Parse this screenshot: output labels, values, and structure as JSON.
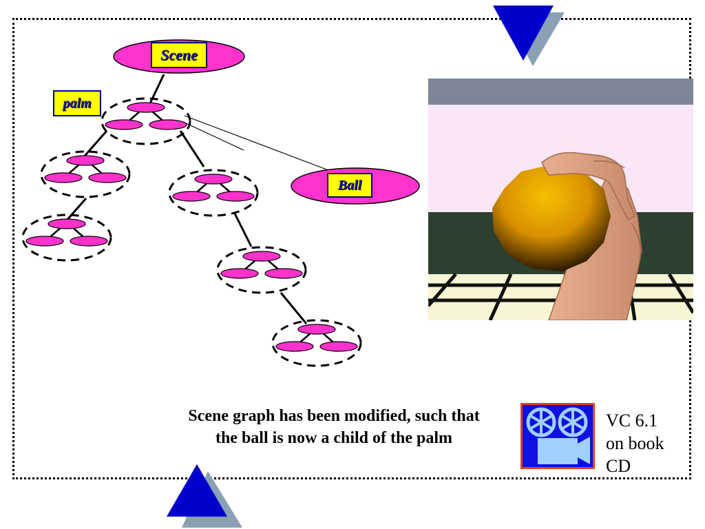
{
  "slide": {
    "caption_line1": "Scene graph has been modified, such that",
    "caption_line2": "the ball is now a child of the palm",
    "vc_lines": [
      "VC 6.1",
      "on book",
      "CD"
    ]
  },
  "graph": {
    "scene_label": "Scene",
    "palm_label": "palm",
    "ball_label": "Ball"
  },
  "icons": {
    "film": "film-projector-icon",
    "nav_up": "triangle-up-icon",
    "nav_down": "triangle-down-icon"
  },
  "colors": {
    "node_fill": "#ff33cc",
    "label_fill": "#ffff00",
    "triangle": "#0000cc",
    "triangle_shadow": "#8aa0b4",
    "icon_bg": "#1010e0",
    "icon_border": "#e04020"
  }
}
